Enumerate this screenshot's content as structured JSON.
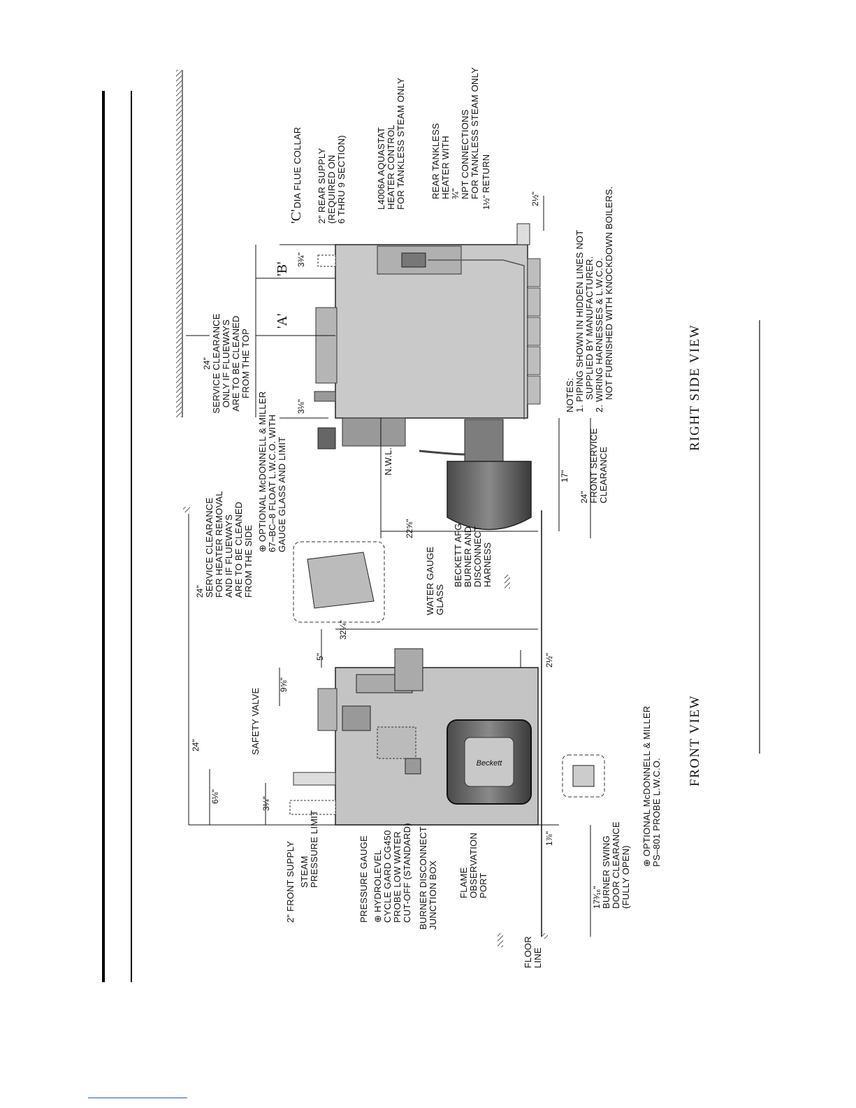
{
  "front_view": {
    "title": "FRONT VIEW",
    "callouts": [
      "2\" FRONT SUPPLY",
      "STEAM",
      "PRESSURE LIMIT",
      "PRESSURE GAUGE",
      "⊕ HYDROLEVEL",
      "CYCLE GARD CG450",
      "PROBE LOW WATER",
      "CUT-OFF (STANDARD)",
      "BURNER DISCONNECT",
      "JUNCTION BOX",
      "FLAME",
      "OBSERVATION",
      "PORT",
      "SAFETY VALVE",
      "WATER GAUGE",
      "GLASS",
      "BECKETT AFG",
      "BURNER AND",
      "DISCONNECT",
      "HARNESS",
      "SERVICE CLEARANCE",
      "FOR HEATER REMOVAL",
      "AND IF FLUEWAYS",
      "ARE TO BE CLEANED",
      "FROM THE SIDE",
      "⊕ OPTIONAL McDONNELL & MILLER",
      "67–BC–8 FLOAT L.W.C.O. WITH",
      "GAUGE GLASS AND LIMIT",
      "⊕ OPTIONAL McDONNELL & MILLER",
      "PS–801 PROBE L.W.C.O.",
      "BURNER SWING",
      "DOOR CLEARANCE",
      "(FULLY OPEN)",
      "FLOOR",
      "LINE"
    ],
    "dimensions": [
      "24\"",
      "24\"",
      "9⅝\"",
      "6⅛\"",
      "3¼\"",
      "5\"",
      "32¼\"",
      "2½\"",
      "1⅞\"",
      "17³⁄₁₆\""
    ]
  },
  "right_side_view": {
    "title": "RIGHT SIDE VIEW",
    "callouts": [
      "SERVICE CLEARANCE",
      "ONLY IF FLUEWAYS",
      "ARE TO BE CLEANED",
      "FROM THE TOP",
      "DIA FLUE COLLAR",
      "2\" REAR SUPPLY",
      "(REQUIRED ON",
      "6 THRU 9 SECTION)",
      "L4006A AQUASTAT",
      "HEATER CONTROL",
      "FOR TANKLESS STEAM ONLY",
      "REAR TANKLESS",
      "HEATER WITH",
      "NPT CONNECTIONS",
      "FOR TANKLESS STEAM ONLY",
      "RETURN",
      "N.W.L.",
      "FRONT SERVICE",
      "CLEARANCE"
    ],
    "letters": [
      "'A'",
      "'B'",
      "'C'"
    ],
    "dimensions": [
      "24\"",
      "3⅛\"",
      "3¾\"",
      "¾\"",
      "1½\"",
      "2½\"",
      "22⅝\"",
      "17\"",
      "24\""
    ]
  },
  "notes": {
    "heading": "NOTES:",
    "lines": [
      "1. PIPING SHOWN IN HIDDEN LINES NOT",
      "SUPPLIED BY MANUFACTURER.",
      "2. WIRING HARNESSES & L.W.C.O.",
      "NOT FURNISHED WITH KNOCKDOWN BOILERS."
    ]
  },
  "footer_link_color": "#3050d0"
}
